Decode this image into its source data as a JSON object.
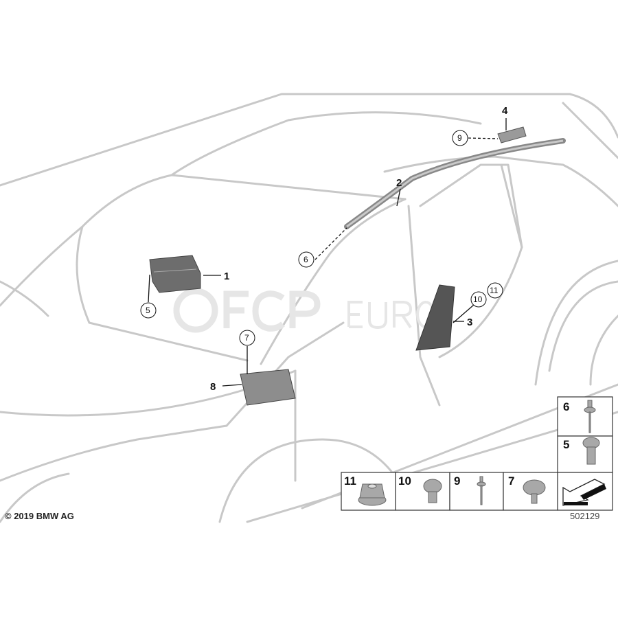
{
  "diagram": {
    "copyright": "© 2019 BMW AG",
    "diagram_id": "502129",
    "watermark": "FCP EURO",
    "callouts": [
      "1",
      "2",
      "3",
      "4",
      "5",
      "6",
      "7",
      "8",
      "9",
      "10",
      "11"
    ],
    "parts_table": {
      "cells": [
        "6",
        "5",
        "11",
        "10",
        "9",
        "7"
      ]
    },
    "colors": {
      "outline": "#c4c4c4",
      "part": "#8a8a8a",
      "text": "#111111"
    }
  }
}
